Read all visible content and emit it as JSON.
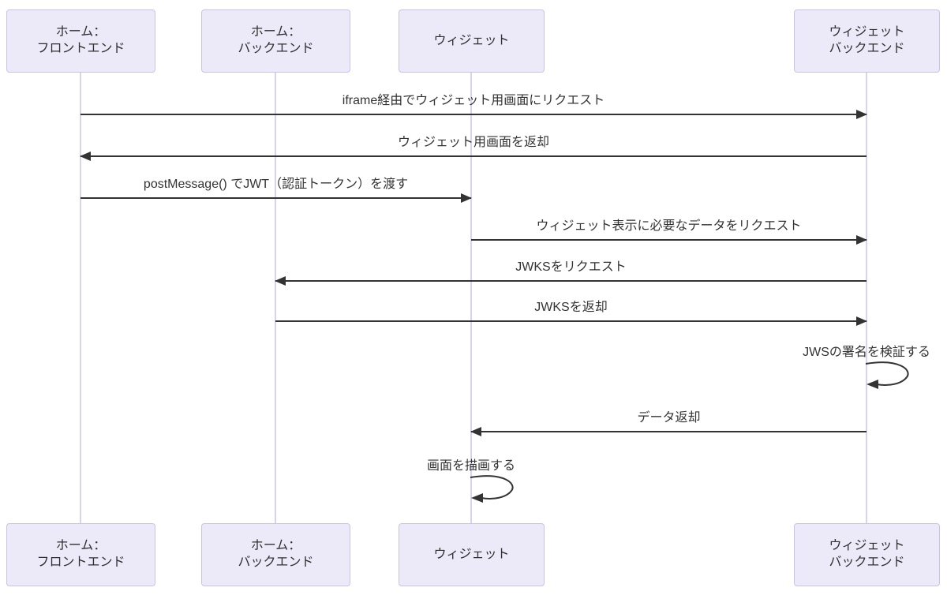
{
  "diagram": {
    "type": "sequence",
    "actors": [
      {
        "id": "home-frontend",
        "label": "ホーム：\nフロントエンド"
      },
      {
        "id": "home-backend",
        "label": "ホーム：\nバックエンド"
      },
      {
        "id": "widget",
        "label": "ウィジェット"
      },
      {
        "id": "widget-backend",
        "label": "ウィジェット\nバックエンド"
      }
    ],
    "messages": [
      {
        "from": "home-frontend",
        "to": "widget-backend",
        "label": "iframe経由でウィジェット用画面にリクエスト"
      },
      {
        "from": "widget-backend",
        "to": "home-frontend",
        "label": "ウィジェット用画面を返却"
      },
      {
        "from": "home-frontend",
        "to": "widget",
        "label": "postMessage() でJWT（認証トークン）を渡す"
      },
      {
        "from": "widget",
        "to": "widget-backend",
        "label": "ウィジェット表示に必要なデータをリクエスト"
      },
      {
        "from": "widget-backend",
        "to": "home-backend",
        "label": "JWKSをリクエスト"
      },
      {
        "from": "home-backend",
        "to": "widget-backend",
        "label": "JWKSを返却"
      },
      {
        "from": "widget-backend",
        "to": "widget-backend",
        "label": "JWSの署名を検証する",
        "self": true
      },
      {
        "from": "widget-backend",
        "to": "widget",
        "label": "データ返却"
      },
      {
        "from": "widget",
        "to": "widget",
        "label": "画面を描画する",
        "self": true
      }
    ],
    "colors": {
      "actor_fill": "#ECEAF8",
      "actor_border": "#C9C3E8",
      "lifeline": "#D8D3EE",
      "arrow": "#333333",
      "text": "#333333",
      "background": "#FFFFFF"
    }
  }
}
